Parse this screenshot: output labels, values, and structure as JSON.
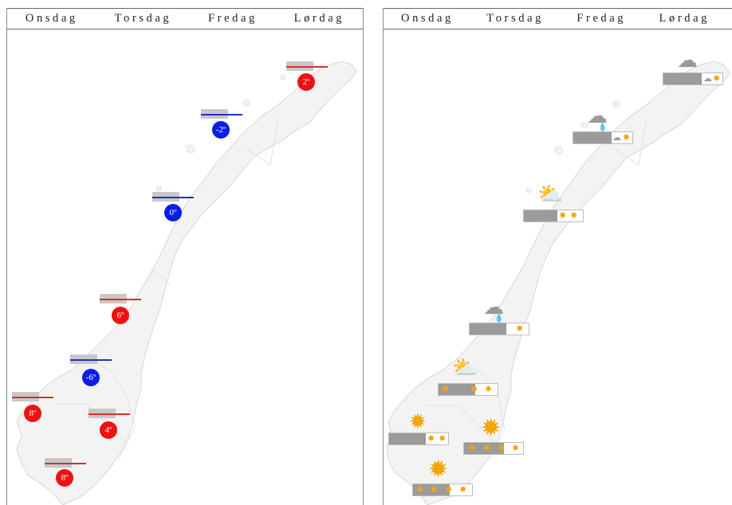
{
  "days": [
    "Onsdag",
    "Torsdag",
    "Fredag",
    "Lørdag"
  ],
  "temperature_panel": {
    "stations": [
      {
        "label": "2º",
        "kind": "warm"
      },
      {
        "label": "-2º",
        "kind": "cold"
      },
      {
        "label": "0º",
        "kind": "cold"
      },
      {
        "label": "6º",
        "kind": "warm"
      },
      {
        "label": "-6º",
        "kind": "cold"
      },
      {
        "label": "8º",
        "kind": "warm"
      },
      {
        "label": "4º",
        "kind": "warm"
      },
      {
        "label": "8º",
        "kind": "warm"
      }
    ]
  },
  "weather_panel": {
    "stations": [
      {
        "big_icon": "cloud-icon",
        "strip_icons": [
          "cloud-icon",
          "sun-icon"
        ]
      },
      {
        "big_icon": "rain-cloud-icon",
        "strip_icons": [
          "cloud-icon",
          "rain-icon",
          "sun-icon"
        ]
      },
      {
        "big_icon": "sun-cloud-icon",
        "strip_icons": [
          "cloud-icon",
          "sun-icon",
          "sun-icon"
        ]
      },
      {
        "big_icon": "rain-cloud-icon",
        "strip_icons": [
          "cloud-icon",
          "rain-icon",
          "sun-icon"
        ]
      },
      {
        "big_icon": "sun-cloud-icon",
        "strip_icons": [
          "sun-icon",
          "sun-icon",
          "sun-icon"
        ]
      },
      {
        "big_icon": "sun-icon",
        "strip_icons": [
          "cloud-icon",
          "sun-icon",
          "sun-icon"
        ]
      },
      {
        "big_icon": "sun-icon",
        "strip_icons": [
          "sun-icon",
          "sun-icon",
          "sun-icon",
          "sun-icon"
        ]
      },
      {
        "big_icon": "sun-icon",
        "strip_icons": [
          "sun-icon",
          "sun-icon",
          "sun-icon",
          "sun-icon"
        ]
      }
    ]
  },
  "colors": {
    "warm": "#ee1111",
    "cold": "#0a1ee6",
    "sun": "#f2a60c"
  }
}
